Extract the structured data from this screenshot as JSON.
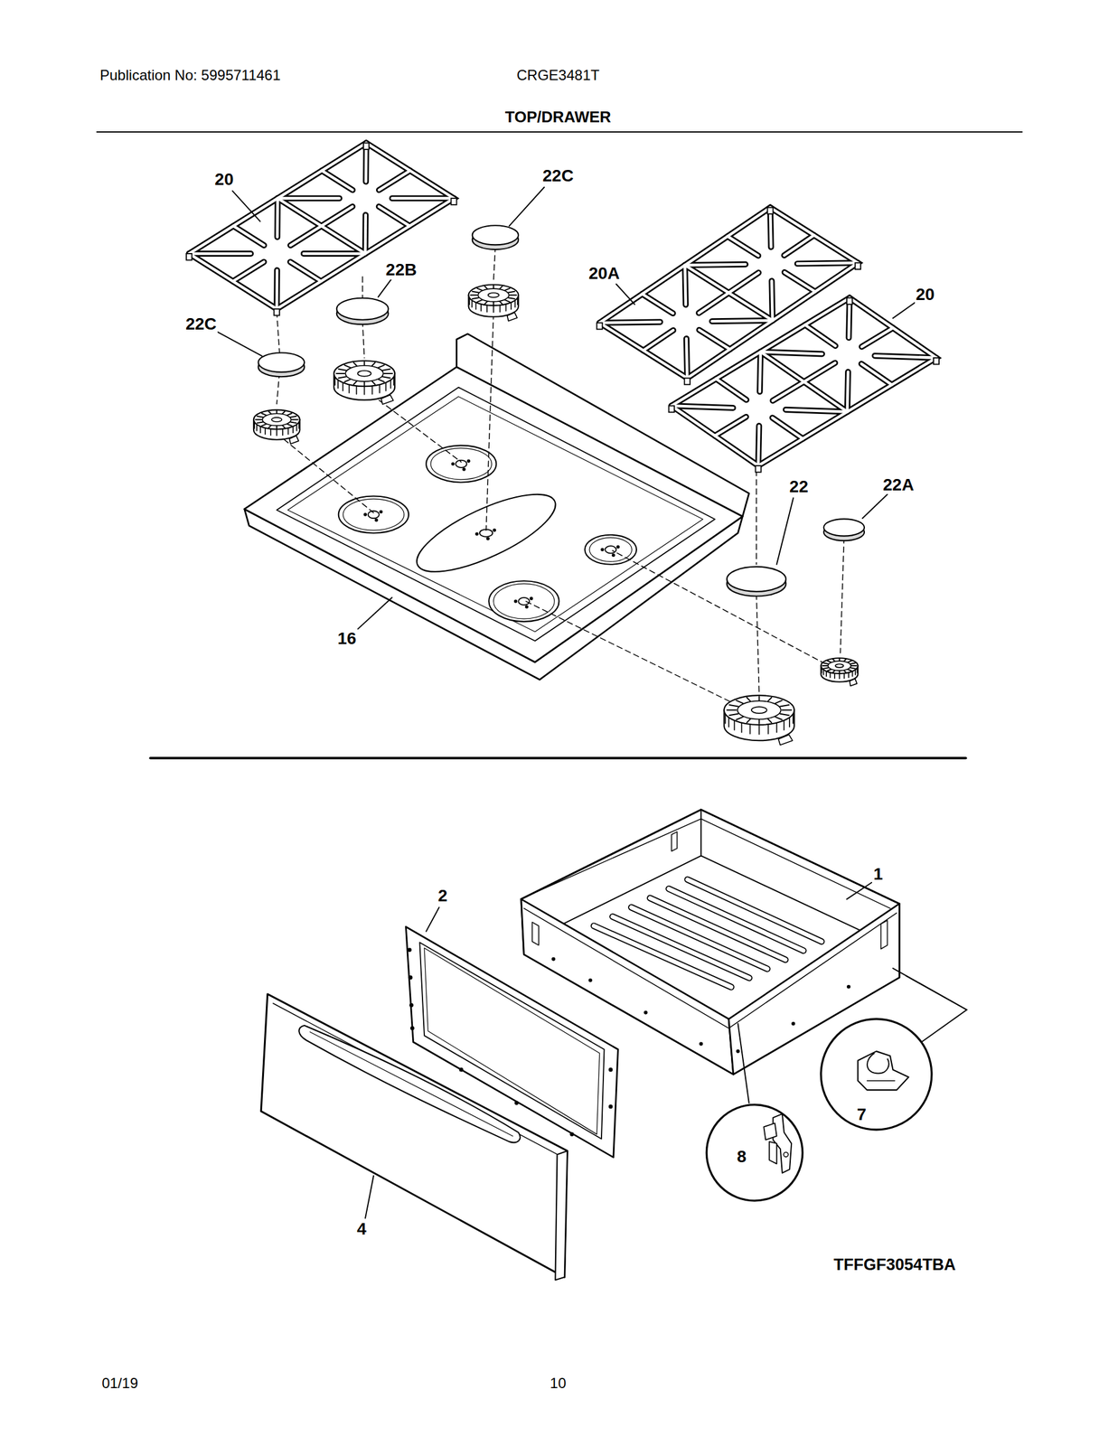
{
  "diagram": {
    "title": "TOP/DRAWER",
    "labels": [
      "Publication No: 5995711461",
      "CRGE3481T",
      "20",
      "22C",
      "22B",
      "20A",
      "20",
      "22C",
      "16",
      "22",
      "22A",
      "1",
      "2",
      "7",
      "8",
      "4",
      "TFFGF3054TBA",
      "01/19",
      "10"
    ]
  }
}
